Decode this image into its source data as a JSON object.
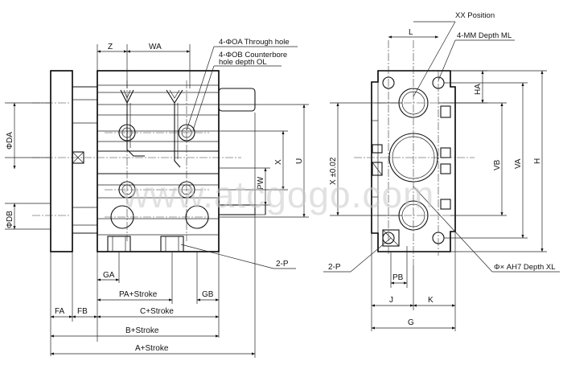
{
  "watermark": "www.atcgogo.com",
  "front_view": {
    "dimensions": {
      "z": "Z",
      "wa": "WA",
      "phi_da": "ΦDA",
      "phi_db": "ΦDB",
      "pw": "PW",
      "x": "X",
      "u": "U",
      "ga": "GA",
      "pa_stroke": "PA+Stroke",
      "gb": "GB",
      "c_stroke": "C+Stroke",
      "fa": "FA",
      "fb": "FB",
      "b_stroke": "B+Stroke",
      "a_stroke": "A+Stroke"
    },
    "callouts": {
      "through_hole": "4-ΦOA Through hole",
      "counterbore_1": "4-ΦOB Counterbore",
      "counterbore_2": "hole depth OL",
      "port": "2-P"
    }
  },
  "side_view": {
    "dimensions": {
      "l": "L",
      "ha": "HA",
      "vb": "VB",
      "va": "VA",
      "h": "H",
      "x_tol": "X ±0.02",
      "pb": "PB",
      "j": "J",
      "k": "K",
      "g": "G"
    },
    "callouts": {
      "xx_position": "XX Position",
      "mm_depth": "4-MM Depth ML",
      "ah7_depth": "Φ× AH7 Depth XL",
      "port": "2-P"
    }
  }
}
